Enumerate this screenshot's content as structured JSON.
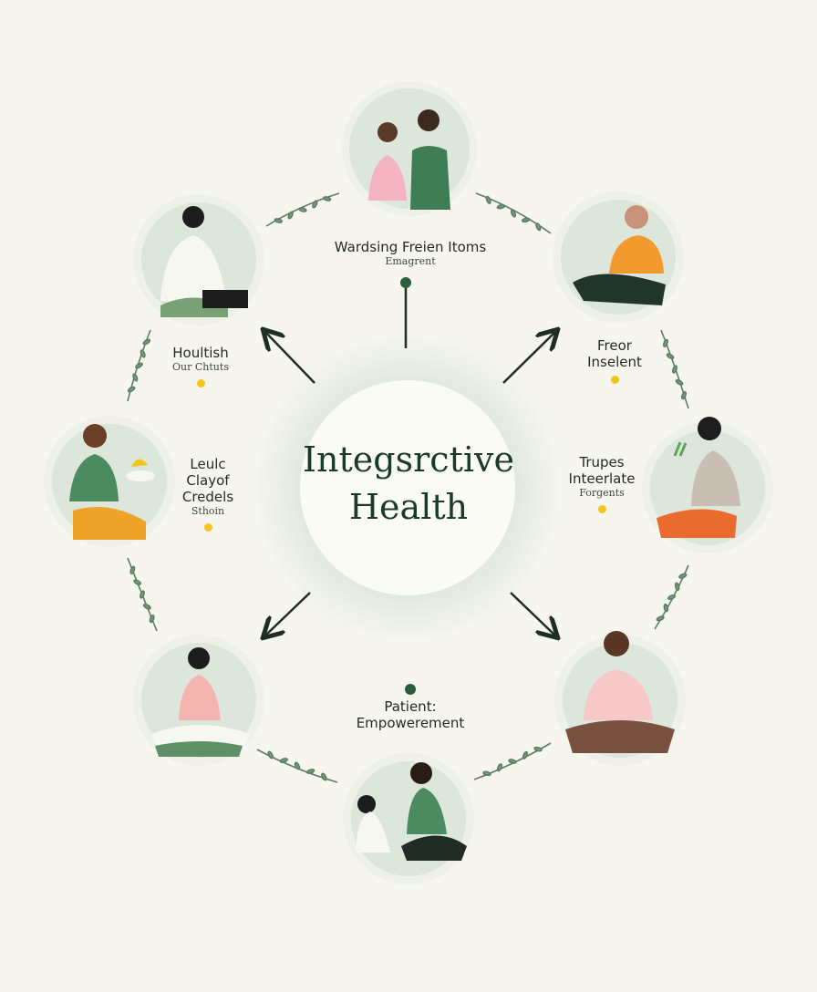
{
  "center": {
    "line1": "Integsrctive",
    "line2": "Health"
  },
  "labels": {
    "top": {
      "main": "Wardsing Freien Itoms",
      "sub": "Emagrent"
    },
    "upper_left": {
      "main": "Houltish",
      "sub": "Our Chtuts"
    },
    "upper_right": {
      "main1": "Freor",
      "main2": "Inselent"
    },
    "mid_left": {
      "main1": "Leulc",
      "main2": "Clayof",
      "main3": "Credels",
      "sub": "Sthoin"
    },
    "mid_right": {
      "main1": "Trupes",
      "main2": "Inteerlate",
      "sub": "Forgents"
    },
    "bottom": {
      "main1": "Patient:",
      "main2": "Empowerement"
    }
  },
  "colors": {
    "background": "#f6f6ee",
    "sage": "#dfe7dc",
    "dark_green": "#1b3a28",
    "accent_yellow": "#f2c51c",
    "arrow": "#1f2e24"
  }
}
